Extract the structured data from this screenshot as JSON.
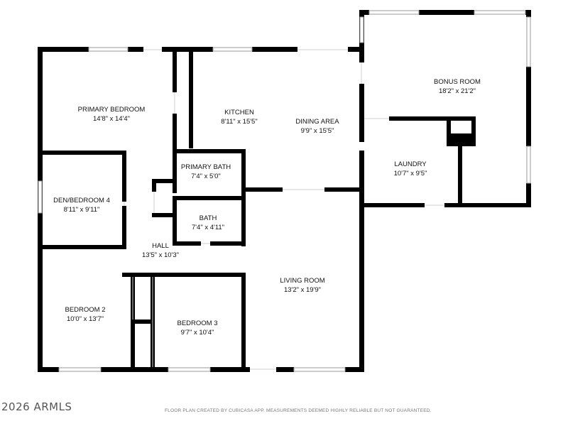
{
  "rooms": [
    {
      "id": "primary-bedroom",
      "name": "PRIMARY BEDROOM",
      "dims": "14'8\" x 14'4\""
    },
    {
      "id": "kitchen",
      "name": "KITCHEN",
      "dims": "8'11\" x 15'5\""
    },
    {
      "id": "dining-area",
      "name": "DINING AREA",
      "dims": "9'9\" x 15'5\""
    },
    {
      "id": "bonus-room",
      "name": "BONUS ROOM",
      "dims": "18'2\" x 21'2\""
    },
    {
      "id": "primary-bath",
      "name": "PRIMARY BATH",
      "dims": "7'4\" x 5'0\""
    },
    {
      "id": "laundry",
      "name": "LAUNDRY",
      "dims": "10'7\" x 9'5\""
    },
    {
      "id": "den-bedroom-4",
      "name": "DEN/BEDROOM 4",
      "dims": "8'11\" x 9'11\""
    },
    {
      "id": "bath",
      "name": "BATH",
      "dims": "7'4\" x 4'11\""
    },
    {
      "id": "hall",
      "name": "HALL",
      "dims": "13'5\" x 10'3\""
    },
    {
      "id": "living-room",
      "name": "LIVING ROOM",
      "dims": "13'2\" x 19'9\""
    },
    {
      "id": "bedroom-2",
      "name": "BEDROOM 2",
      "dims": "10'0\" x 13'7\""
    },
    {
      "id": "bedroom-3",
      "name": "BEDROOM 3",
      "dims": "9'7\" x 10'4\""
    }
  ],
  "footer": {
    "copyright": "2026 ARMLS",
    "disclaimer": "FLOOR PLAN CREATED BY CUBICASA APP. MEASUREMENTS DEEMED HIGHLY RELIABLE BUT NOT GUARANTEED."
  },
  "colors": {
    "wall": "#000000",
    "background": "#ffffff",
    "window": "#9a9a9a"
  }
}
